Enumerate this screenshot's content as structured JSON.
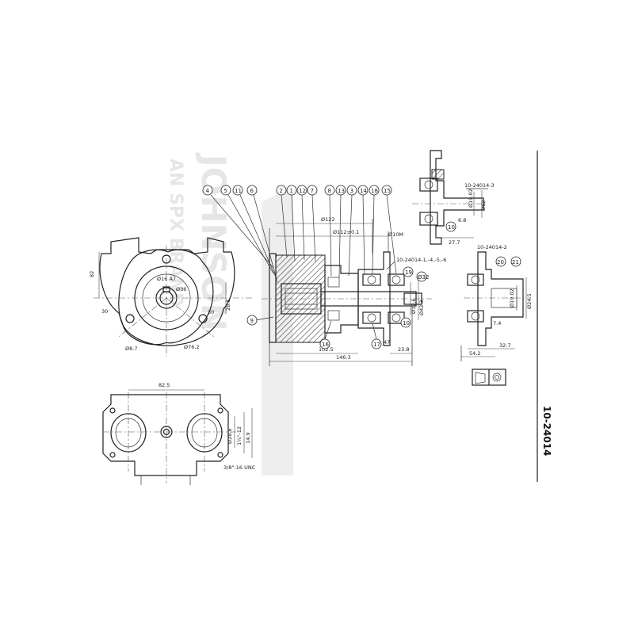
{
  "drawing_number": "10-24014",
  "watermark": {
    "line1": "JOHNSON",
    "line2": "AN SPX BRAND"
  },
  "balloons": [
    "4",
    "5",
    "11",
    "6",
    "2",
    "1",
    "12",
    "7",
    "8",
    "13",
    "3",
    "14",
    "18",
    "15",
    "9",
    "16",
    "17",
    "10",
    "20",
    "21",
    "19"
  ],
  "dimensions": {
    "d_122_2": "Ø122",
    "d_112_2": "Ø112±0.1",
    "d_104": "Ø10M",
    "d_102_5": "102.5",
    "d_146_3": "146.3",
    "d_23_8": "23.8",
    "d_47": "47",
    "d_82_5_left": "82",
    "d_28_6": "28.6",
    "d_30_a": "30",
    "d_30_b": "30",
    "d_76_2": "Ø76.2",
    "d_8_7": "Ø8.7",
    "d_16_a7": "Ø16 A7",
    "d_36": "Ø36",
    "d_82_5": "82.5",
    "d_28_h": "Ø28.6",
    "d_14_12": "1¼\"-12",
    "d_hex": "14.9",
    "d_thread": "3/8\"-16 UNC",
    "d_19_b": "Ø19.6",
    "d_42_a": "Ø42.3",
    "d_32": "Ø32",
    "d_62": "Ø62",
    "d_27_7": "27.7",
    "d_6_8": "6.8",
    "d_54_2": "54.2",
    "d_32_7": "32.7",
    "d_7_4": "7.4",
    "d_24_5": "Ø24.5",
    "d_19_c": "Ø19.02"
  },
  "refs": {
    "assy_1": "10-24014-1,-4,-5,-6",
    "assy_2": "10-24014-2",
    "assy_3": "10-24014-3"
  }
}
